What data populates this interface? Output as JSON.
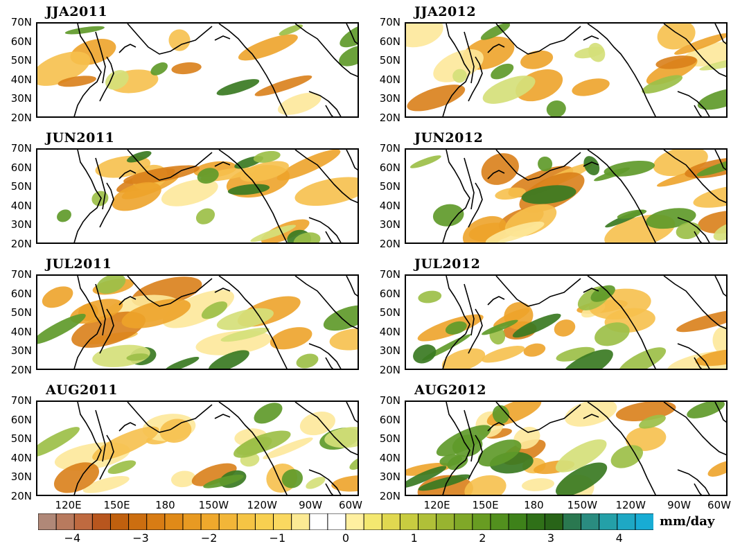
{
  "figure": {
    "panels": [
      {
        "title": "JJA2011",
        "col": 0,
        "row": 0,
        "dry": 0.35,
        "wet": 0.3
      },
      {
        "title": "JJA2012",
        "col": 1,
        "row": 0,
        "dry": 0.45,
        "wet": 0.4
      },
      {
        "title": "JUN2011",
        "col": 0,
        "row": 1,
        "dry": 0.55,
        "wet": 0.45
      },
      {
        "title": "JUN2012",
        "col": 1,
        "row": 1,
        "dry": 0.6,
        "wet": 0.55
      },
      {
        "title": "JUL2011",
        "col": 0,
        "row": 2,
        "dry": 0.55,
        "wet": 0.5
      },
      {
        "title": "JUL2012",
        "col": 1,
        "row": 2,
        "dry": 0.6,
        "wet": 0.55
      },
      {
        "title": "AUG2011",
        "col": 0,
        "row": 3,
        "dry": 0.55,
        "wet": 0.55
      },
      {
        "title": "AUG2012",
        "col": 1,
        "row": 3,
        "dry": 0.6,
        "wet": 0.6
      }
    ],
    "lat_labels": [
      "70N",
      "60N",
      "50N",
      "40N",
      "30N",
      "20N"
    ],
    "lon_labels": [
      "120E",
      "150E",
      "180",
      "150W",
      "120W",
      "90W",
      "60W"
    ],
    "lon_values": [
      120,
      150,
      180,
      210,
      240,
      270,
      300
    ],
    "lon_range": [
      100,
      300
    ],
    "lat_range": [
      20,
      70
    ]
  },
  "colorbar": {
    "unit": "mm/day",
    "ticks": [
      "−4",
      "−3",
      "−2",
      "−1",
      "0",
      "1",
      "2",
      "3",
      "4"
    ],
    "tick_values": [
      -4,
      -3,
      -2,
      -1,
      0,
      1,
      2,
      3,
      4
    ],
    "range": [
      -4.5,
      4.5
    ],
    "colors": [
      "#b08878",
      "#b87a5e",
      "#bf6a40",
      "#b8561e",
      "#c0600e",
      "#cc6e10",
      "#d87c14",
      "#e08a18",
      "#e89a22",
      "#efa82c",
      "#f2b638",
      "#f5c444",
      "#f8d050",
      "#fad860",
      "#fcea94",
      "#ffffff",
      "#ffffff",
      "#fff0a0",
      "#f4e870",
      "#e0d850",
      "#c8cc40",
      "#b0c038",
      "#98b430",
      "#80a828",
      "#689c22",
      "#52901e",
      "#3e821a",
      "#2f7018",
      "#286418",
      "#2a7850",
      "#2a8c80",
      "#24a0a8",
      "#1ea8c4",
      "#18acd4"
    ]
  }
}
